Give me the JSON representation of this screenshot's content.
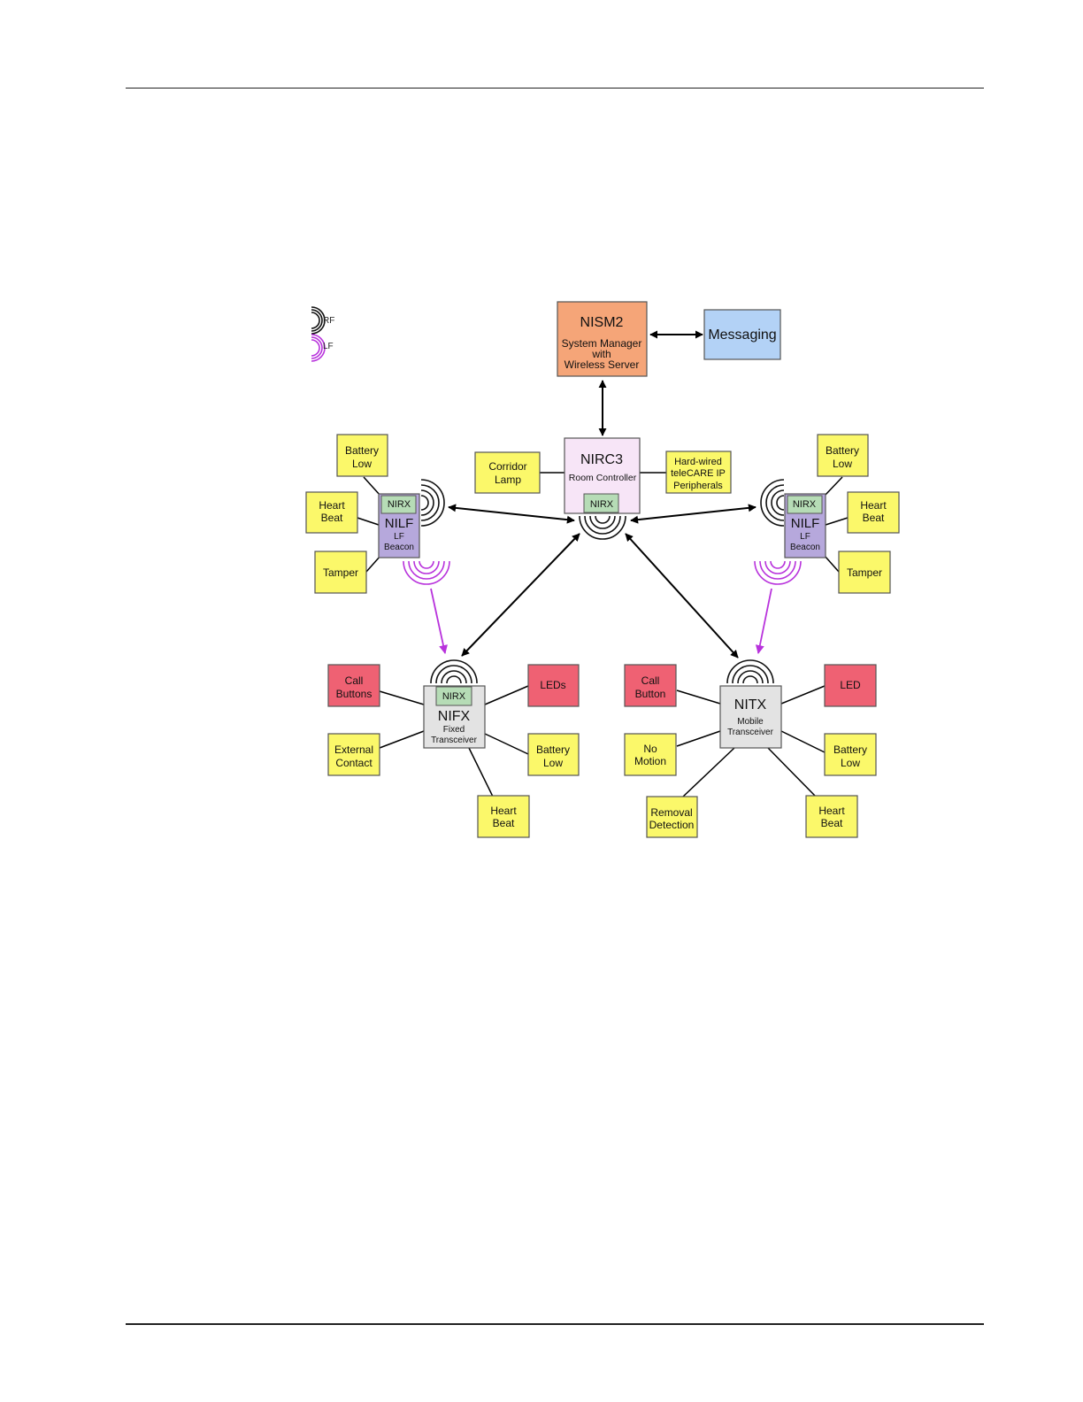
{
  "colors": {
    "yellow": "#fbf86a",
    "red": "#ef6173",
    "orange": "#f5a578",
    "blue": "#b3d2f6",
    "pink": "#f7e5f7",
    "lavender": "#b6a8dc",
    "green": "#b6dcb6",
    "gray": "#e3e3e3",
    "rf_wave": "#111111",
    "lf_wave": "#b832dc"
  },
  "legend": {
    "rf": "RF",
    "lf": "LF"
  },
  "nism2": {
    "title": "NISM2",
    "line1": "System Manager",
    "line2": "with",
    "line3": "Wireless Server"
  },
  "messaging": {
    "title": "Messaging"
  },
  "nirc3": {
    "title": "NIRC3",
    "subtitle": "Room Controller",
    "nirx": "NIRX"
  },
  "corridor_lamp": {
    "line1": "Corridor",
    "line2": "Lamp"
  },
  "hardwired": {
    "line1": "Hard-wired",
    "line2": "teleCARE IP",
    "line3": "Peripherals"
  },
  "nilf_left": {
    "nirx": "NIRX",
    "title": "NILF",
    "line1": "LF",
    "line2": "Beacon",
    "battery": {
      "line1": "Battery",
      "line2": "Low"
    },
    "heartbeat": {
      "line1": "Heart",
      "line2": "Beat"
    },
    "tamper": {
      "line1": "Tamper"
    }
  },
  "nilf_right": {
    "nirx": "NIRX",
    "title": "NILF",
    "line1": "LF",
    "line2": "Beacon",
    "battery": {
      "line1": "Battery",
      "line2": "Low"
    },
    "heartbeat": {
      "line1": "Heart",
      "line2": "Beat"
    },
    "tamper": {
      "line1": "Tamper"
    }
  },
  "nifx": {
    "nirx": "NIRX",
    "title": "NIFX",
    "line1": "Fixed",
    "line2": "Transceiver",
    "call": {
      "line1": "Call",
      "line2": "Buttons"
    },
    "external": {
      "line1": "External",
      "line2": "Contact"
    },
    "leds": {
      "line1": "LEDs"
    },
    "battery": {
      "line1": "Battery",
      "line2": "Low"
    },
    "heartbeat": {
      "line1": "Heart",
      "line2": "Beat"
    }
  },
  "nitx": {
    "title": "NITX",
    "line1": "Mobile",
    "line2": "Transceiver",
    "call": {
      "line1": "Call",
      "line2": "Button"
    },
    "nomotion": {
      "line1": "No",
      "line2": "Motion"
    },
    "removal": {
      "line1": "Removal",
      "line2": "Detection"
    },
    "led": {
      "line1": "LED"
    },
    "battery": {
      "line1": "Battery",
      "line2": "Low"
    },
    "heartbeat": {
      "line1": "Heart",
      "line2": "Beat"
    }
  }
}
